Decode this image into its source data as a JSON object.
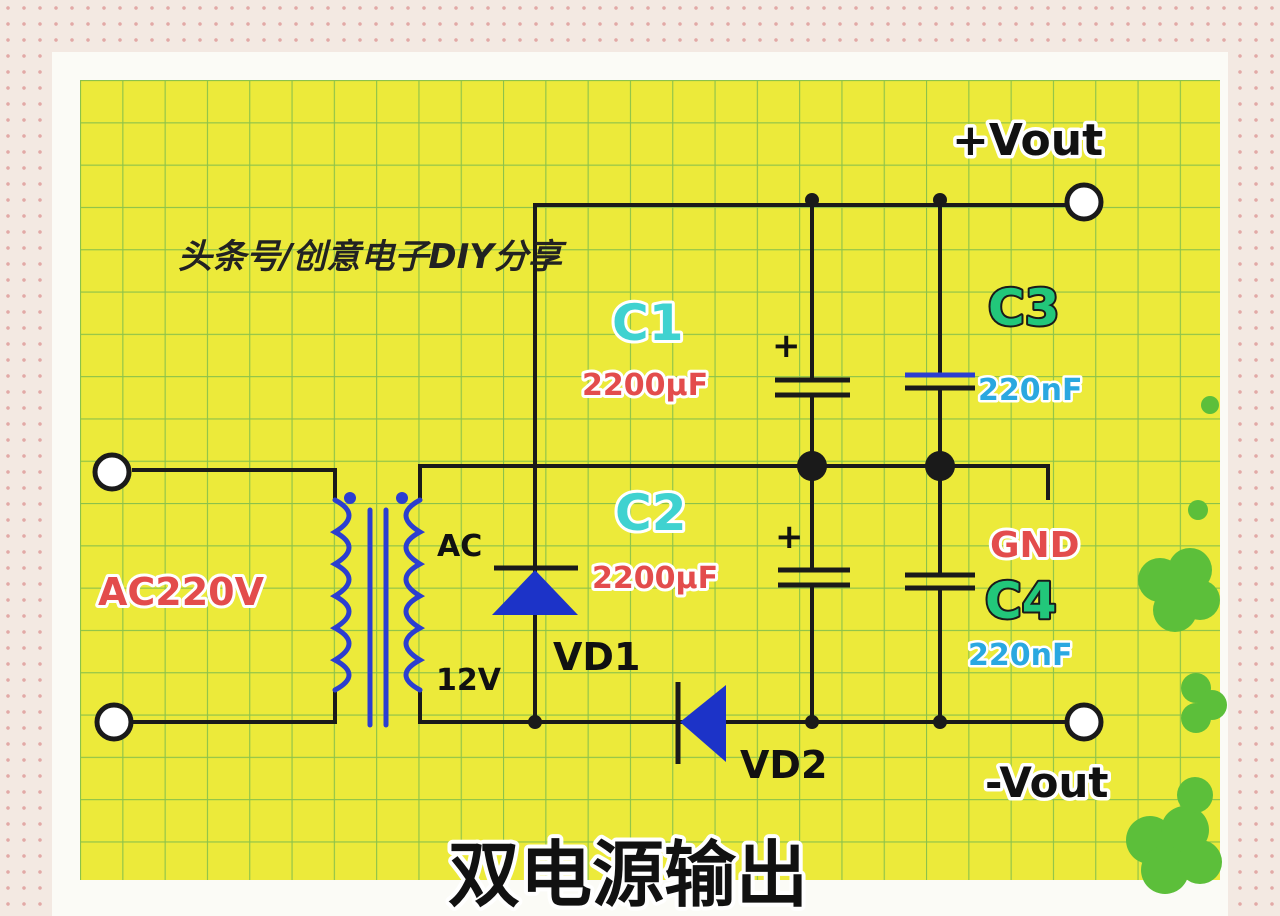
{
  "labels": {
    "vout_pos": "+Vout",
    "vout_neg": "-Vout",
    "c1": "C1",
    "c1_value": "2200μF",
    "c2": "C2",
    "c2_value": "2200μF",
    "c3": "C3",
    "c3_value": "220nF",
    "c4": "C4",
    "c4_value": "220nF",
    "gnd": "GND",
    "ac_in": "AC220V",
    "ac_secondary": "AC",
    "secondary_voltage": "12V",
    "vd1": "VD1",
    "vd2": "VD2",
    "cap_plus_1": "+",
    "cap_plus_2": "+",
    "watermark": "头条号/创意电子DIY分享",
    "title": "双电源输出"
  },
  "colors": {
    "grid_background": "#ecea3a",
    "grid_line": "#8bc24a",
    "wire": "#1a1a1a",
    "diode": "#1c33c8",
    "winding": "#2b3ed0",
    "red_text": "#e34c4c",
    "cyan_text": "#3fd2d0",
    "green_text": "#22c77a",
    "blue_text": "#2aa8e0",
    "clover": "#5cbf3a"
  }
}
